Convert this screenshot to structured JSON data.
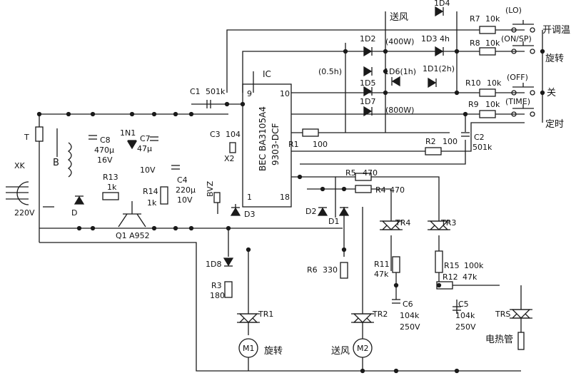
{
  "ic": {
    "name": "IC",
    "line1": "BEC BA3105A4",
    "line2": "9303-DCF",
    "pin9": "9",
    "pin10": "10",
    "pin1": "1",
    "pin18": "18"
  },
  "buttons": {
    "b1": {
      "name": "(LO)",
      "func": "开调温"
    },
    "b2": {
      "name": "(ON/SP)",
      "func": "旋转"
    },
    "b3": {
      "name": "(OFF)",
      "func": "关"
    },
    "b4": {
      "name": "(TIME)",
      "func": "定时"
    }
  },
  "header": {
    "fan": "送风",
    "p400": "(400W)",
    "p800": "(800W)",
    "h05": "(0.5h)",
    "h1": "1D6(1h)",
    "h2": "1D1(2h)",
    "h4": "1D3 4h"
  },
  "diodes": {
    "d2": "1D2",
    "d4": "1D4",
    "d5": "1D5",
    "d7": "1D7",
    "d8": "1D8",
    "n1": "1N1",
    "d1": "D1",
    "d2b": "D2",
    "d3": "D3",
    "dd": "D"
  },
  "resistors": {
    "r7": "R7",
    "r7v": "10k",
    "r8": "R8",
    "r8v": "10k",
    "r10": "R10",
    "r10v": "10k",
    "r9": "R9",
    "r9v": "10k",
    "r1": "R1",
    "r1v": "100",
    "r2": "R2",
    "r2v": "100",
    "r5": "R5",
    "r5v": "470",
    "r4": "R4",
    "r4v": "470",
    "r13": "R13",
    "r13v": "1k",
    "r14": "R14",
    "r14v": "1k",
    "r6": "R6",
    "r6v": "330",
    "r3": "R3",
    "r3v": "180",
    "r11": "R11",
    "r11v": "47k",
    "r15": "R15",
    "r15v": "100k",
    "r12": "R12",
    "r12v": "47k"
  },
  "caps": {
    "c1": "C1",
    "c1v": "501k",
    "c2": "C2",
    "c2v": "501k",
    "c3": "C3",
    "c3v": "104",
    "c8": "C8",
    "c8a": "470μ",
    "c8b": "16V",
    "c7": "C7",
    "c7a": "47μ",
    "c7b": "10V",
    "c4": "C4",
    "c4a": "220μ",
    "c4b": "10V",
    "c6": "C6",
    "c6a": "104k",
    "c6b": "250V",
    "c5": "C5",
    "c5a": "104k",
    "c5b": "250V"
  },
  "misc": {
    "x2": "X2",
    "bvz": "BVZ",
    "xk": "XK",
    "v220": "220V",
    "t": "T",
    "b": "B",
    "q1": "Q1  A952",
    "tr1": "TR1",
    "tr2": "TR2",
    "tr3": "TR3",
    "tr4": "TR4",
    "trs": "TRS",
    "m1": "M1",
    "m2": "M2",
    "rot": "旋转",
    "fan2": "送风",
    "heater": "电热管"
  }
}
